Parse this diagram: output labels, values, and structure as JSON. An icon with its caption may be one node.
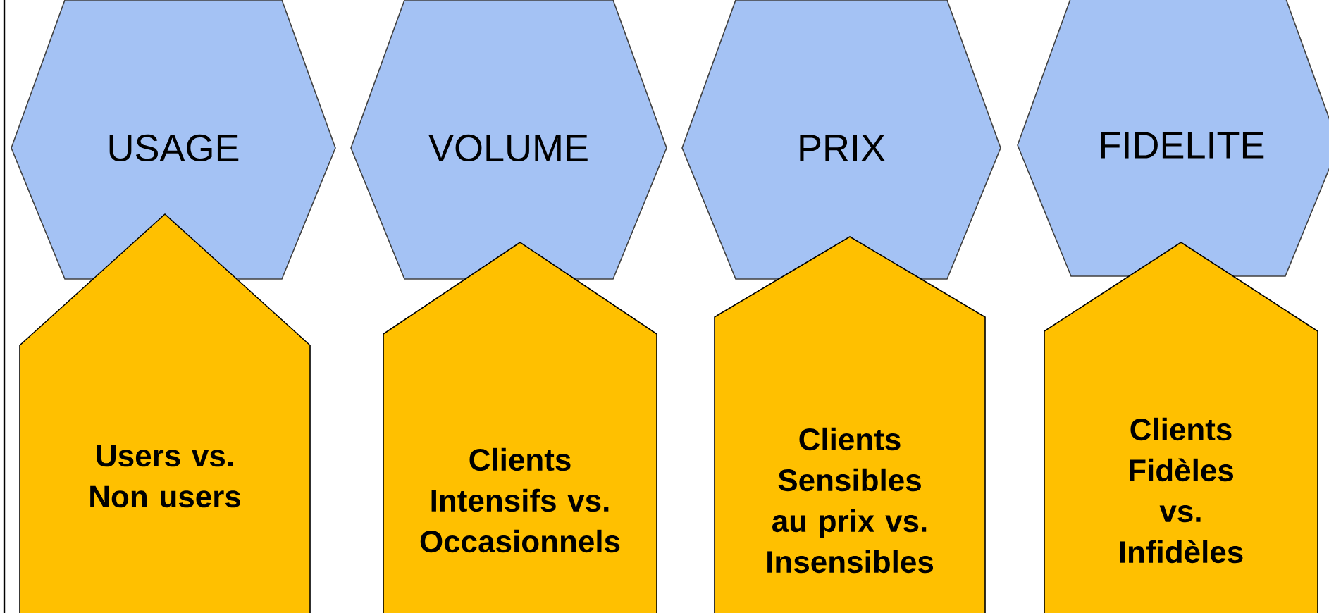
{
  "diagram": {
    "nodes": [
      {
        "text": [
          "USAGE"
        ]
      },
      {
        "text": [
          "VOLUME"
        ]
      },
      {
        "text": [
          "PRIX"
        ]
      },
      {
        "text": [
          "FIDELITE"
        ]
      },
      {
        "text": [
          "Users vs. Non users"
        ]
      },
      {
        "text": [
          "Clients Intensifs vs. Occasionnels"
        ]
      },
      {
        "text": [
          "Clients Sensibles au prix vs. Insensibles"
        ]
      },
      {
        "text": [
          "Clients Fidèles vs. Infidèles"
        ]
      }
    ]
  }
}
